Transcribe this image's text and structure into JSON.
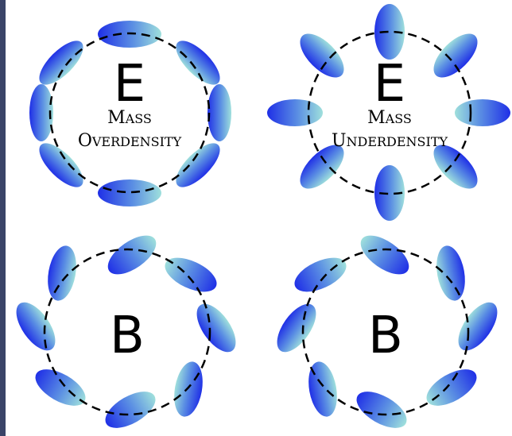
{
  "panels": [
    {
      "letter": "E",
      "caption_line1": "Mass",
      "caption_line2": "overdensity"
    },
    {
      "letter": "E",
      "caption_line1": "Mass",
      "caption_line2": "underdensity"
    },
    {
      "letter": "B"
    },
    {
      "letter": "B"
    }
  ],
  "colors": {
    "ellipse_dark": "#1f2fe6",
    "ellipse_mid": "#3f6fe0",
    "ellipse_light": "#8fd3df",
    "circle_dash": "#000000",
    "frame": "#3a4468"
  }
}
